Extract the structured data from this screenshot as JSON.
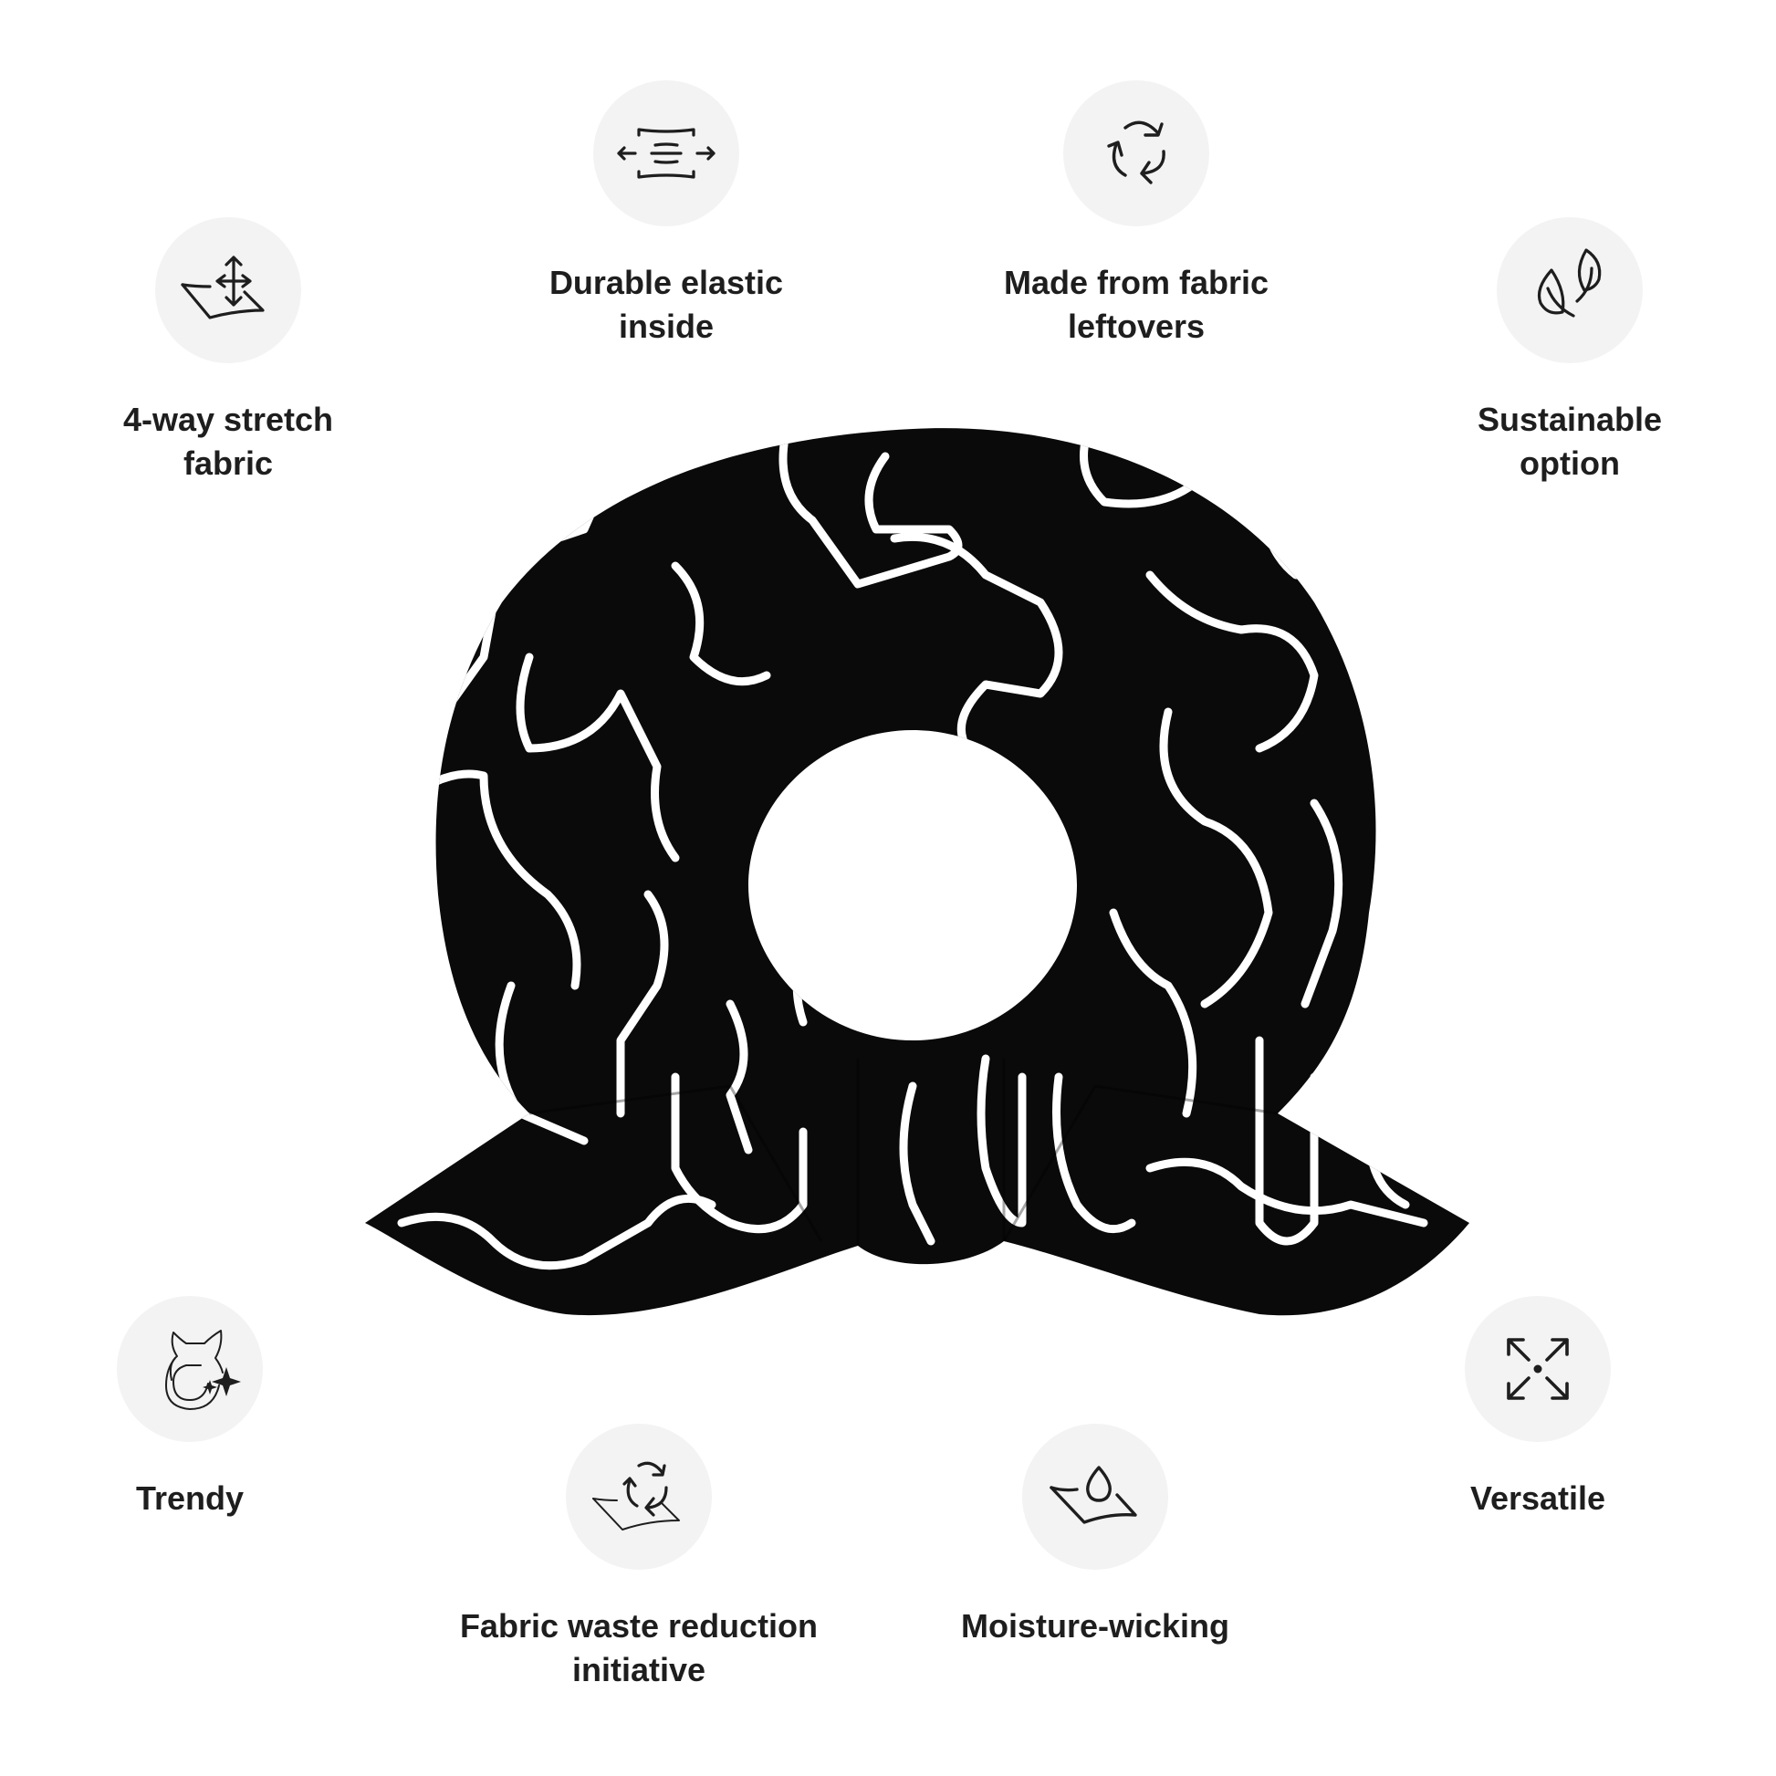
{
  "product": {
    "name": "scrunchie",
    "fabric_color": "#0a0a0a",
    "pattern_color": "#ffffff",
    "pattern": "white-outline-shapes"
  },
  "badge_color": "#f3f3f3",
  "text_color": "#1e1e1e",
  "features": [
    {
      "id": "stretch",
      "icon": "four-way-arrows-fabric-icon",
      "lines": [
        "4-way stretch",
        "fabric"
      ]
    },
    {
      "id": "elastic",
      "icon": "elastic-stretch-icon",
      "lines": [
        "Durable elastic",
        "inside"
      ]
    },
    {
      "id": "leftovers",
      "icon": "recycle-icon",
      "lines": [
        "Made from fabric",
        "leftovers"
      ]
    },
    {
      "id": "sustainable",
      "icon": "leaves-icon",
      "lines": [
        "Sustainable",
        "option"
      ]
    },
    {
      "id": "trendy",
      "icon": "trendy-sparkle-icon",
      "lines": [
        "Trendy"
      ]
    },
    {
      "id": "waste",
      "icon": "fabric-recycle-icon",
      "lines": [
        "Fabric waste reduction",
        "initiative"
      ]
    },
    {
      "id": "moisture",
      "icon": "fabric-droplet-icon",
      "lines": [
        "Moisture-wicking"
      ]
    },
    {
      "id": "versatile",
      "icon": "expand-arrows-icon",
      "lines": [
        "Versatile"
      ]
    }
  ]
}
